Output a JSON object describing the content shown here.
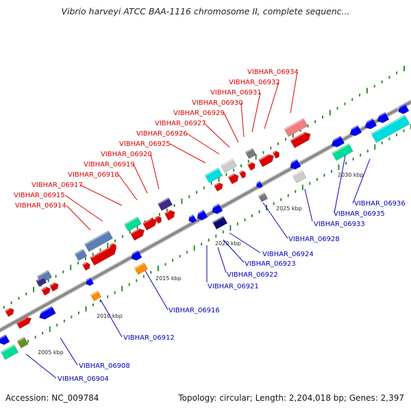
{
  "title": "Vibrio harveyi ATCC BAA-1116 chromosome II, complete sequenc...",
  "footer": {
    "accession": "Accession: NC_009784",
    "topology": "Topology: circular; Length: 2,204,018 bp; Genes: 2,397"
  },
  "colors": {
    "backbone": "#888888",
    "tick": "#2e8b2e",
    "label_red": "#dd0000",
    "label_blue": "#0000bb"
  },
  "ruler_labels": [
    "2005 kbp",
    "2010 kbp",
    "2015 kbp",
    "2020 kbp",
    "2025 kbp",
    "2030 kbp"
  ],
  "top_labels": [
    "VIBHAR_06914",
    "VIBHAR_06915",
    "VIBHAR_06917",
    "VIBHAR_06918",
    "VIBHAR_06919",
    "VIBHAR_06920",
    "VIBHAR_06925",
    "VIBHAR_06926",
    "VIBHAR_06927",
    "VIBHAR_06929",
    "VIBHAR_06930",
    "VIBHAR_06931",
    "VIBHAR_06932",
    "VIBHAR_06934"
  ],
  "bottom_labels": [
    "VIBHAR_06904",
    "VIBHAR_06908",
    "VIBHAR_06912",
    "VIBHAR_06916",
    "VIBHAR_06921",
    "VIBHAR_06922",
    "VIBHAR_06923",
    "VIBHAR_06924",
    "VIBHAR_06928",
    "VIBHAR_06933",
    "VIBHAR_06935",
    "VIBHAR_06936"
  ]
}
